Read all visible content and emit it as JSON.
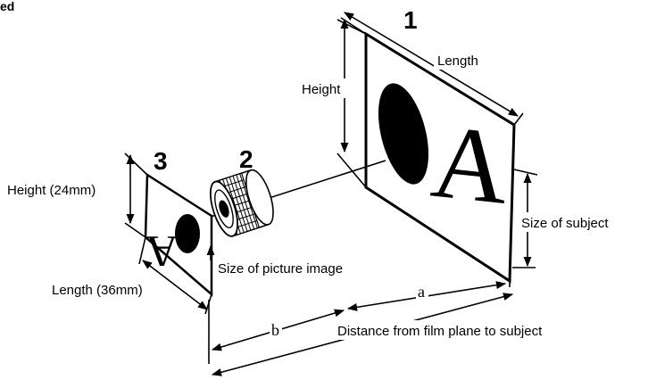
{
  "top_left_fragment": "ed",
  "markers": {
    "subject": "1",
    "lens": "2",
    "film": "3"
  },
  "subject": {
    "height_label": "Height",
    "length_label": "Length",
    "size_label": "Size of subject",
    "glyph": "A"
  },
  "film": {
    "height_label": "Height (24mm)",
    "length_label": "Length (36mm)",
    "size_label": "Size of picture image",
    "glyph": "A"
  },
  "distances": {
    "a_label": "a",
    "b_label": "b",
    "total_label": "Distance from film plane to subject"
  }
}
